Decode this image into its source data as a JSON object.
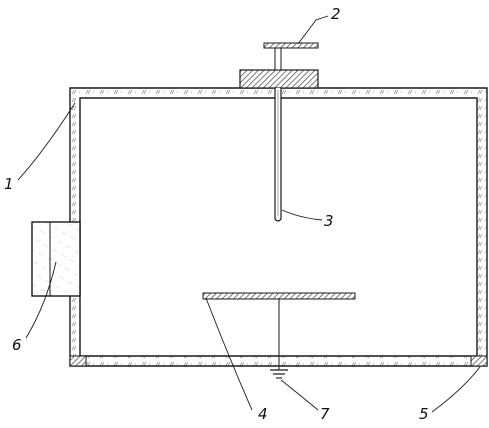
{
  "labels": {
    "wall": "1",
    "handle": "2",
    "rod": "3",
    "plate": "4",
    "foot": "5",
    "window": "6",
    "ground": "7"
  }
}
